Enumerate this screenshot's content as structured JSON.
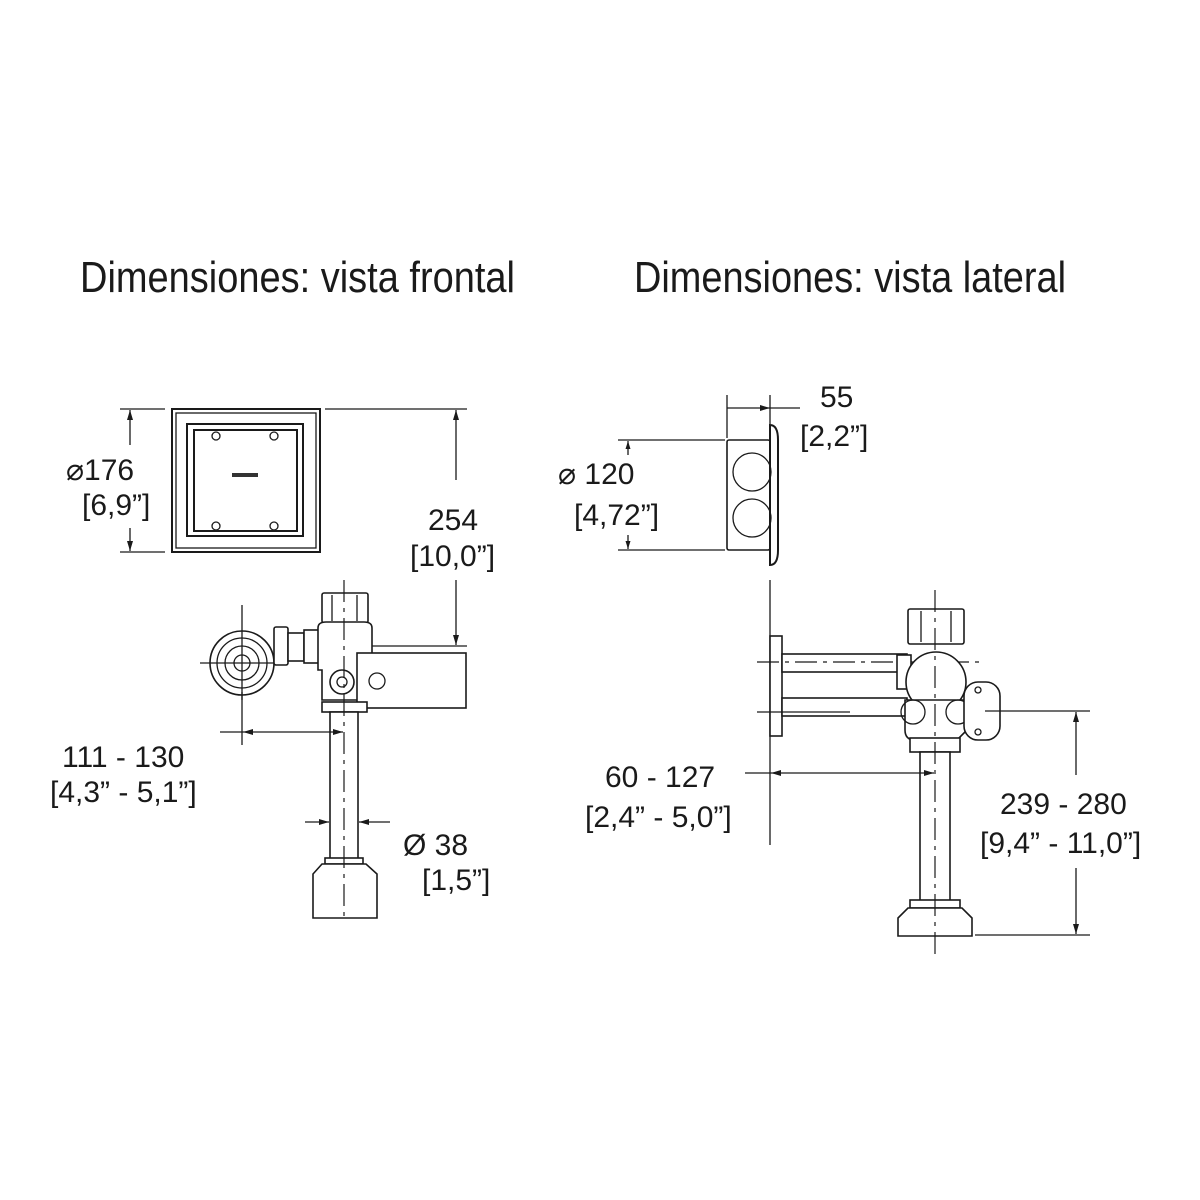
{
  "front_view": {
    "title": "Dimensiones: vista frontal",
    "plate_size": {
      "mm": "⌀176",
      "in": "[6,9”]"
    },
    "height": {
      "mm": "254",
      "in": "[10,0”]"
    },
    "offset": {
      "mm": "111 - 130",
      "in": "[4,3” - 5,1”]"
    },
    "pipe_diameter": {
      "mm": "Ø 38",
      "in": "[1,5”]"
    }
  },
  "side_view": {
    "title": "Dimensiones: vista lateral",
    "depth": {
      "mm": "55",
      "in": "[2,2”]"
    },
    "box_size": {
      "mm": "⌀ 120",
      "in": "[4,72”]"
    },
    "wall_offset": {
      "mm": "60 - 127",
      "in": "[2,4” - 5,0”]"
    },
    "height": {
      "mm": "239 - 280",
      "in": "[9,4” - 11,0”]"
    }
  }
}
